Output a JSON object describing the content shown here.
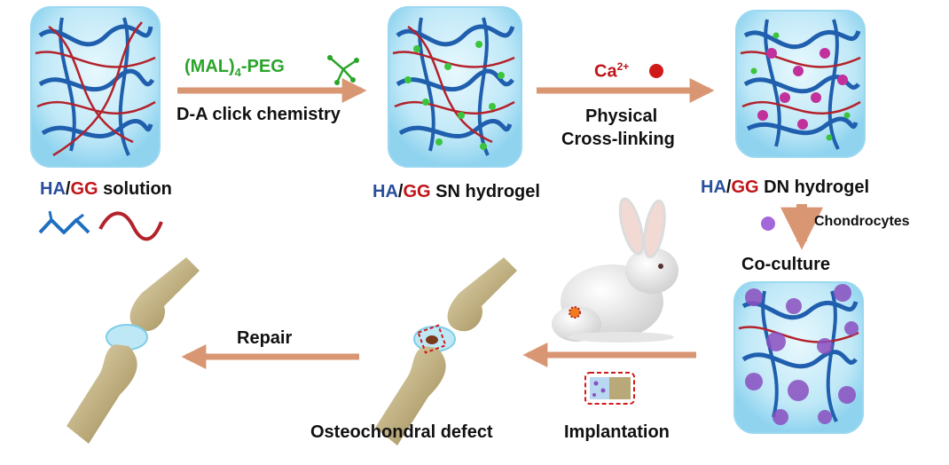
{
  "colors": {
    "arrow": "#d99673",
    "ha_blue": "#2a4f9c",
    "gg_red": "#c0141a",
    "peg_green": "#2aa52a",
    "gel_cyan": "#bfe8f7",
    "chondrocyte_purple": "#8a4fc0"
  },
  "stage1": {
    "ha": "HA",
    "slash": "/",
    "gg": "GG",
    "rest": " solution"
  },
  "step1": {
    "reagent_prefix": "(MAL)",
    "reagent_sub": "4",
    "reagent_suffix": "-PEG",
    "method": "D-A click chemistry"
  },
  "stage2": {
    "ha": "HA",
    "slash": "/",
    "gg": "GG",
    "rest": " SN hydrogel"
  },
  "step2": {
    "reagent": "Ca",
    "reagent_sup": "2+",
    "line1": "Physical",
    "line2": "Cross-linking"
  },
  "stage3": {
    "ha": "HA",
    "slash": "/",
    "gg": "GG",
    "rest": " DN hydrogel"
  },
  "step3": {
    "cells": "Chondrocytes",
    "result": "Co-culture"
  },
  "step4": {
    "label": "Implantation"
  },
  "stage5": {
    "label": "Osteochondral defect"
  },
  "step5": {
    "label": "Repair"
  },
  "icons": [
    "ha-chain-icon",
    "gg-chain-icon",
    "peg-star-icon",
    "calcium-ion-icon",
    "chondrocyte-icon",
    "rabbit-icon",
    "knee-joint-icon",
    "hydrogel-block-icon"
  ]
}
